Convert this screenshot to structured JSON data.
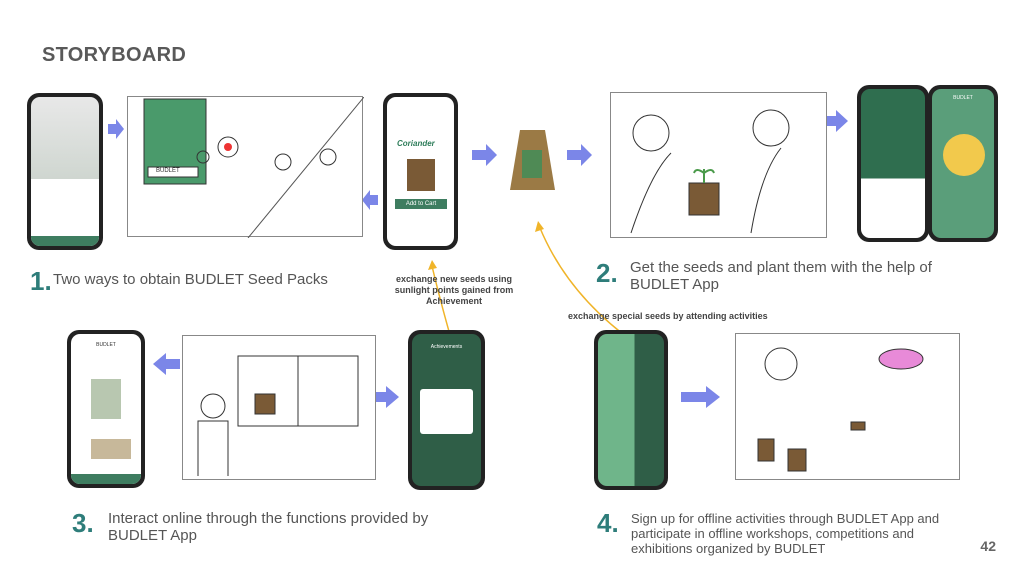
{
  "title": "STORYBOARD",
  "steps": [
    {
      "num": "1.",
      "text": "Two ways to obtain BUDLET Seed Packs"
    },
    {
      "num": "2.",
      "text": "Get the seeds and plant them with the help of BUDLET App"
    },
    {
      "num": "3.",
      "text": "Interact online through the functions provided by BUDLET App"
    },
    {
      "num": "4.",
      "text": "Sign up for offline activities through BUDLET App and participate in offline workshops, competitions and exhibitions organized by BUDLET"
    }
  ],
  "notes": {
    "achievement": "exchange new seeds using sunlight points gained from Achievement",
    "activities": "exchange special seeds by attending activities"
  },
  "screens": {
    "coriander": "Coriander",
    "add_to_cart": "Add to Cart",
    "budlet": "BUDLET",
    "achievements": "Achievements",
    "sticker_label": "BUDLET"
  },
  "page_number": "42",
  "colors": {
    "accent": "#2e7d7a",
    "arrow_blue": "#7b86e8",
    "arrow_yellow": "#f0b429",
    "app_green": "#5a9e7a"
  }
}
